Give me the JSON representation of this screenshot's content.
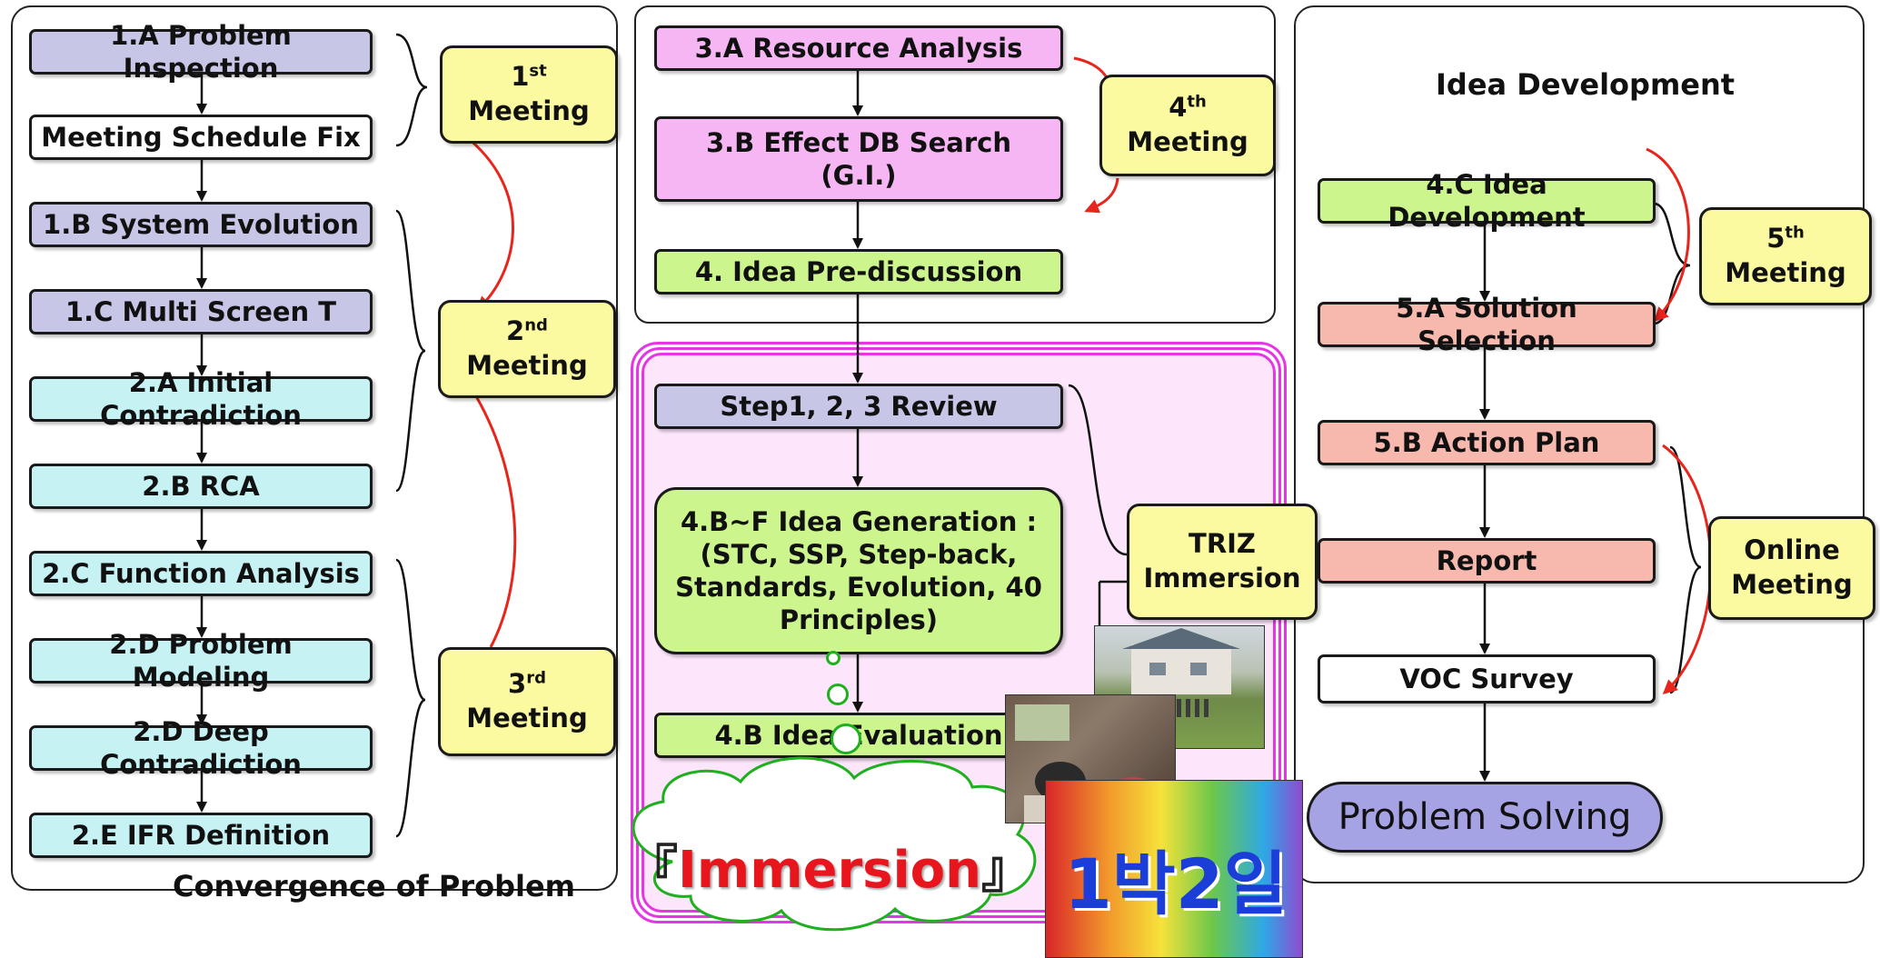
{
  "left": {
    "caption": "Convergence of Problem",
    "nodes": [
      "1.A Problem Inspection",
      "Meeting Schedule Fix",
      "1.B System Evolution",
      "1.C Multi Screen T",
      "2.A Initial Contradiction",
      "2.B RCA",
      "2.C Function Analysis",
      "2.D Problem Modeling",
      "2.D Deep Contradiction",
      "2.E IFR Definition"
    ],
    "meetings": [
      {
        "num": "1",
        "sup": "st",
        "word": "Meeting"
      },
      {
        "num": "2",
        "sup": "nd",
        "word": "Meeting"
      },
      {
        "num": "3",
        "sup": "rd",
        "word": "Meeting"
      }
    ]
  },
  "middle": {
    "nodes": [
      "3.A Resource Analysis",
      "3.B Effect DB Search\n(G.I.)",
      "4. Idea Pre-discussion",
      "Step1, 2, 3 Review",
      "4.B~F Idea Generation :\n(STC, SSP, Step-back,\nStandards, Evolution, 40\nPrinciples)",
      "4.B Idea Evaluation"
    ],
    "meeting4": {
      "num": "4",
      "sup": "th",
      "word": "Meeting"
    },
    "triz": {
      "line1": "TRIZ",
      "line2": "Immersion"
    },
    "cloud": {
      "open": "『",
      "word": "Immersion",
      "close": "』"
    },
    "logo_text": "1박2일"
  },
  "right": {
    "title": "Idea Development",
    "nodes": [
      "4.C Idea Development",
      "5.A Solution Selection",
      "5.B Action Plan",
      "Report",
      "VOC Survey"
    ],
    "meeting5": {
      "num": "5",
      "sup": "th",
      "word": "Meeting"
    },
    "online": {
      "line1": "Online",
      "line2": "Meeting"
    },
    "final": "Problem Solving"
  },
  "colors": {
    "purple": "#c8c6e6",
    "cyan": "#c6f2f4",
    "pink": "#f6b6f3",
    "green": "#ccf58e",
    "salmon": "#f7b8ae",
    "meeting": "#fbfaa0",
    "red_arrow": "#e8251c",
    "magenta_frame": "#e535e5"
  }
}
